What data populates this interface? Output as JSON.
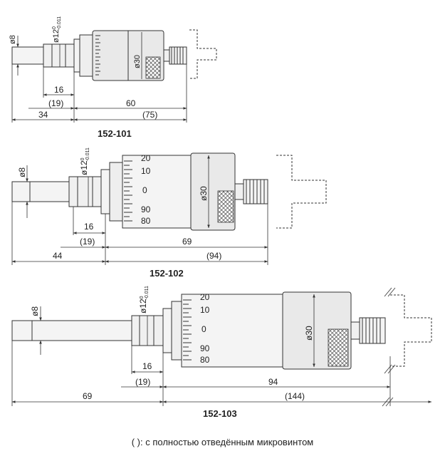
{
  "units": {
    "m1": {
      "model": "152-101",
      "d_spindle": "ø8",
      "d_stem": "ø12",
      "tol_upper": "0",
      "tol_lower": "-0.011",
      "d_thimble": "ø30",
      "l_stem": "16",
      "l_retract": "(19)",
      "l_body": "60",
      "l_spindle": "34",
      "l_total": "(75)"
    },
    "m2": {
      "model": "152-102",
      "d_spindle": "ø8",
      "d_stem": "ø12",
      "tol_upper": "0",
      "tol_lower": "-0.011",
      "d_thimble": "ø30",
      "l_stem": "16",
      "l_retract": "(19)",
      "l_body": "69",
      "l_spindle": "44",
      "l_total": "(94)",
      "scale": [
        "20",
        "10",
        "0",
        "90",
        "80"
      ]
    },
    "m3": {
      "model": "152-103",
      "d_spindle": "ø8",
      "d_stem": "ø12",
      "tol_upper": "0",
      "tol_lower": "-0.011",
      "d_thimble": "ø30",
      "l_stem": "16",
      "l_retract": "(19)",
      "l_body": "94",
      "l_spindle": "69",
      "l_total": "(144)",
      "scale": [
        "20",
        "10",
        "0",
        "90",
        "80"
      ]
    }
  },
  "footnote": "( ): с полностью отведённым микровинтом",
  "colors": {
    "line": "#333333",
    "body_fill": "#f4f4f4",
    "thimble_fill": "#e6e6e6",
    "knurl": "#555555"
  }
}
